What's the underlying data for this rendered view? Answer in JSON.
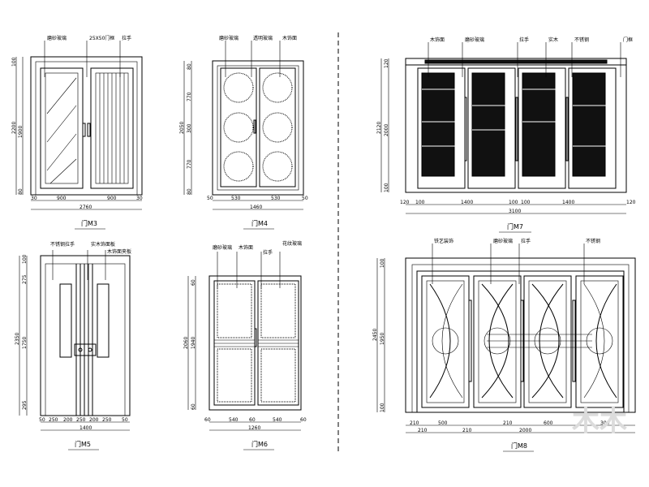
{
  "drawing": {
    "divider_color": "#000000",
    "line_color": "#000000",
    "fill_dark": "#111111",
    "watermark_color": "#dcdcdc"
  },
  "door_m3": {
    "caption": "门M3",
    "callouts": [
      "磨砂玻璃",
      "25X50门框",
      "拉手"
    ],
    "dims_bottom": [
      "30",
      "900",
      "900",
      "30"
    ],
    "dim_total": "2760",
    "dims_left": [
      "100",
      "1900",
      "80"
    ],
    "dim_left_total": "2200"
  },
  "door_m4": {
    "caption": "门M4",
    "callouts": [
      "磨砂玻璃",
      "透明玻璃",
      "木饰面"
    ],
    "dims_bottom": [
      "50",
      "530",
      "530",
      "50"
    ],
    "dim_total": "1460",
    "dims_left": [
      "80",
      "770",
      "300",
      "770",
      "80"
    ],
    "dim_left_total": "2050"
  },
  "door_m5": {
    "caption": "门M5",
    "callouts": [
      "不锈钢拉手",
      "实木饰面板",
      "木饰面夹板"
    ],
    "dims_bottom": [
      "50",
      "250",
      "200",
      "250",
      "200",
      "250",
      "50"
    ],
    "dim_total": "1400",
    "dims_left": [
      "100",
      "275",
      "1750",
      "295"
    ],
    "dim_left_total": "2350"
  },
  "door_m6": {
    "caption": "门M6",
    "callouts": [
      "磨砂玻璃",
      "木饰面",
      "拉手",
      "花纹玻璃"
    ],
    "dims_bottom": [
      "60",
      "540",
      "60",
      "540",
      "60"
    ],
    "dim_total": "1260",
    "dims_left": [
      "60",
      "1940",
      "60"
    ],
    "dim_left_total": "2060"
  },
  "door_m7": {
    "caption": "门M7",
    "callouts": [
      "木饰面",
      "磨砂玻璃",
      "拉手",
      "实木",
      "不锈钢",
      "门框"
    ],
    "dims_bottom": [
      "120",
      "100",
      "1400",
      "100",
      "100",
      "1400",
      "120"
    ],
    "dim_total": "3100",
    "dims_left": [
      "120",
      "2000",
      "100"
    ],
    "dim_left_total": "2120"
  },
  "door_m8": {
    "caption": "门M8",
    "callouts": [
      "铁艺装饰",
      "磨砂玻璃",
      "拉手",
      "不锈钢"
    ],
    "dims_bottom": [
      "210",
      "500",
      "210",
      "600",
      "300"
    ],
    "dims_bottom2": [
      "210",
      "210",
      "2000"
    ],
    "dims_left": [
      "100",
      "1950",
      "100"
    ],
    "dim_left_total": "2450"
  },
  "watermark": {
    "text": "木木"
  }
}
